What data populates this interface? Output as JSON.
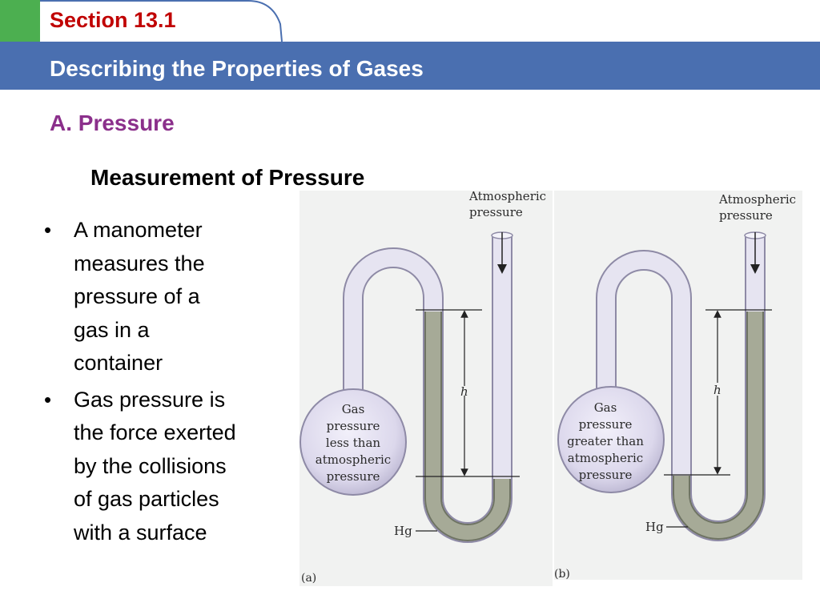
{
  "header": {
    "section_label": "Section 13.1",
    "slide_title": "Describing the Properties of Gases"
  },
  "colors": {
    "accent_green": "#4caf50",
    "title_bar_blue": "#4a6fb0",
    "section_red": "#c00000",
    "subheading_purple": "#8b2f8b",
    "mercury_gray": "#a6aa97"
  },
  "content": {
    "subheading": "A. Pressure",
    "figure_heading": "Measurement of Pressure",
    "bullets": [
      {
        "text": "A manometer\nmeasures the\npressure of a\ngas in a\ncontainer"
      },
      {
        "text": "Gas pressure is\nthe force exerted\nby the collisions\nof gas particles\nwith a surface"
      }
    ]
  },
  "figure": {
    "panel_a": {
      "caption": "(a)",
      "atmospheric_line1": "Atmospheric",
      "atmospheric_line2": "pressure",
      "bulb_lines": [
        "Gas",
        "pressure",
        "less than",
        "atmospheric",
        "pressure"
      ],
      "height_label": "h",
      "mercury_label": "Hg"
    },
    "panel_b": {
      "caption": "(b)",
      "atmospheric_line1": "Atmospheric",
      "atmospheric_line2": "pressure",
      "bulb_lines": [
        "Gas",
        "pressure",
        "greater than",
        "atmospheric",
        "pressure"
      ],
      "height_label": "h",
      "mercury_label": "Hg"
    }
  }
}
